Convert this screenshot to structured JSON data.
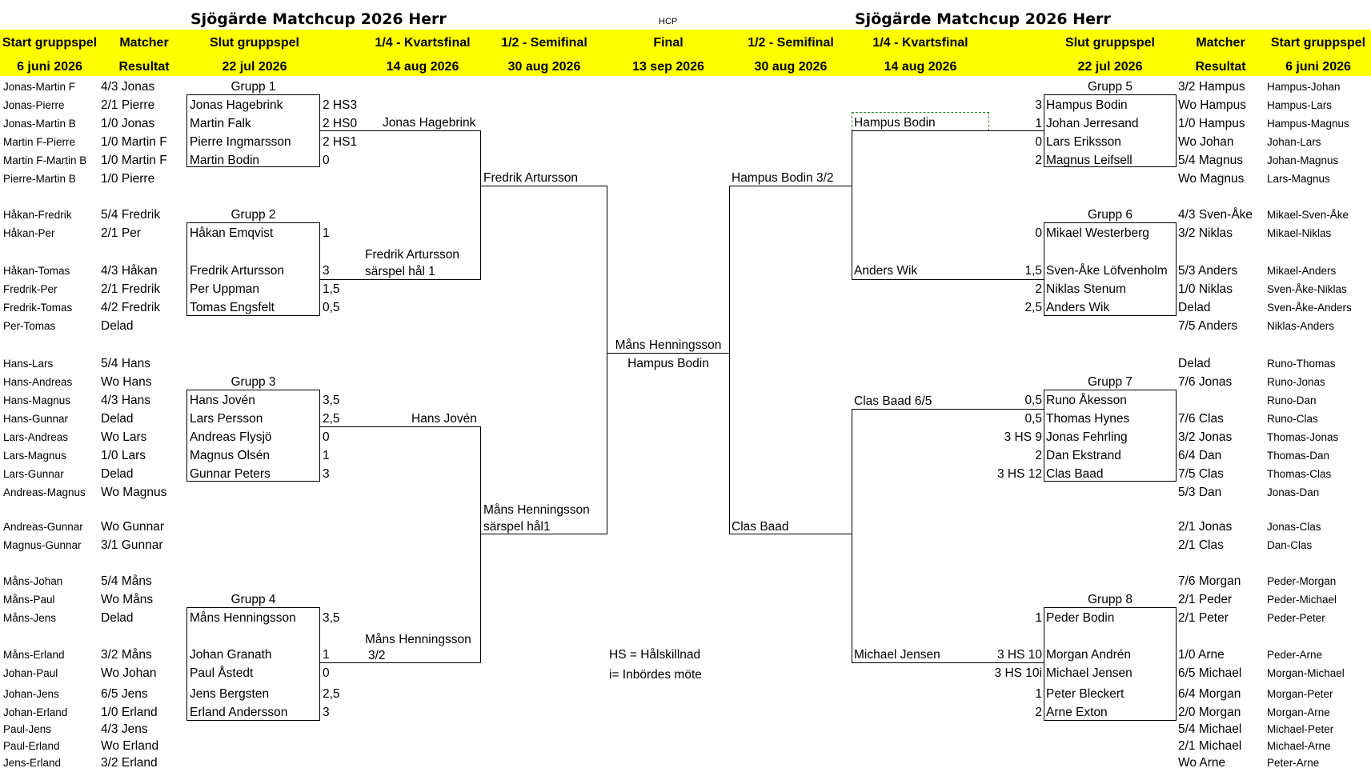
{
  "title_left": "Sjögärde Matchcup 2026 Herr",
  "title_right": "Sjögärde Matchcup 2026 Herr",
  "hcp": "HCP",
  "headers": [
    {
      "label": "Start gruppspel",
      "date": "6 juni 2026"
    },
    {
      "label": "Matcher",
      "date": "Resultat"
    },
    {
      "label": "Slut gruppspel",
      "date": "22 jul 2026"
    },
    {
      "label": "1/4 - Kvartsfinal",
      "date": "14 aug 2026"
    },
    {
      "label": "1/2 - Semifinal",
      "date": "30 aug 2026"
    },
    {
      "label": "Final",
      "date": "13 sep 2026"
    },
    {
      "label": "1/2 - Semifinal",
      "date": "30 aug 2026"
    },
    {
      "label": "1/4 - Kvartsfinal",
      "date": "14 aug 2026"
    },
    {
      "label": "Slut gruppspel",
      "date": "22 jul 2026"
    },
    {
      "label": "Matcher",
      "date": "Resultat"
    },
    {
      "label": "Start gruppspel",
      "date": "6 juni 2026"
    }
  ],
  "left_matches": [
    {
      "pair": "Jonas-Martin F",
      "result": "4/3 Jonas"
    },
    {
      "pair": "Jonas-Pierre",
      "result": "2/1 Pierre"
    },
    {
      "pair": "Jonas-Martin B",
      "result": "1/0 Jonas"
    },
    {
      "pair": "Martin F-Pierre",
      "result": "1/0 Martin F"
    },
    {
      "pair": "Martin F-Martin B",
      "result": "1/0 Martin F"
    },
    {
      "pair": "Pierre-Martin B",
      "result": "1/0 Pierre"
    },
    {
      "pair": "Håkan-Fredrik",
      "result": "5/4 Fredrik"
    },
    {
      "pair": "Håkan-Per",
      "result": "2/1 Per"
    },
    {
      "pair": "Håkan-Tomas",
      "result": "4/3 Håkan"
    },
    {
      "pair": "Fredrik-Per",
      "result": "2/1 Fredrik"
    },
    {
      "pair": "Fredrik-Tomas",
      "result": "4/2 Fredrik"
    },
    {
      "pair": "Per-Tomas",
      "result": "Delad"
    },
    {
      "pair": "Hans-Lars",
      "result": "5/4 Hans"
    },
    {
      "pair": "Hans-Andreas",
      "result": "Wo Hans"
    },
    {
      "pair": "Hans-Magnus",
      "result": "4/3 Hans"
    },
    {
      "pair": "Hans-Gunnar",
      "result": "Delad"
    },
    {
      "pair": "Lars-Andreas",
      "result": "Wo Lars"
    },
    {
      "pair": "Lars-Magnus",
      "result": "1/0 Lars"
    },
    {
      "pair": "Lars-Gunnar",
      "result": "Delad"
    },
    {
      "pair": "Andreas-Magnus",
      "result": "Wo Magnus"
    },
    {
      "pair": "Andreas-Gunnar",
      "result": "Wo Gunnar"
    },
    {
      "pair": "Magnus-Gunnar",
      "result": "3/1 Gunnar"
    },
    {
      "pair": "Måns-Johan",
      "result": "5/4 Måns"
    },
    {
      "pair": "Måns-Paul",
      "result": "Wo Måns"
    },
    {
      "pair": "Måns-Jens",
      "result": "Delad"
    },
    {
      "pair": "Måns-Erland",
      "result": "3/2 Måns"
    },
    {
      "pair": "Johan-Paul",
      "result": "Wo  Johan"
    },
    {
      "pair": "Johan-Jens",
      "result": "6/5 Jens"
    },
    {
      "pair": "Johan-Erland",
      "result": "1/0 Erland"
    },
    {
      "pair": "Paul-Jens",
      "result": "4/3 Jens"
    },
    {
      "pair": "Paul-Erland",
      "result": "Wo Erland"
    },
    {
      "pair": "Jens-Erland",
      "result": "3/2 Erland"
    }
  ],
  "left_groups": [
    {
      "name": "Grupp 1",
      "players": [
        {
          "name": "Jonas Hagebrink",
          "score": "2 HS3"
        },
        {
          "name": "Martin Falk",
          "score": "2 HS0"
        },
        {
          "name": "Pierre Ingmarsson",
          "score": "2 HS1"
        },
        {
          "name": "Martin Bodin",
          "score": "0"
        }
      ]
    },
    {
      "name": "Grupp 2",
      "players": [
        {
          "name": "Håkan Emqvist",
          "score": "1"
        },
        {
          "name": "Fredrik Artursson",
          "score": "3"
        },
        {
          "name": "Per Uppman",
          "score": "1,5"
        },
        {
          "name": "Tomas Engsfelt",
          "score": "0,5"
        }
      ]
    },
    {
      "name": "Grupp 3",
      "players": [
        {
          "name": "Hans Jovén",
          "score": "3,5"
        },
        {
          "name": "Lars Persson",
          "score": "2,5"
        },
        {
          "name": "Andreas Flysjö",
          "score": "0"
        },
        {
          "name": "Magnus Olsén",
          "score": "1"
        },
        {
          "name": "Gunnar Peters",
          "score": "3"
        }
      ]
    },
    {
      "name": "Grupp 4",
      "players": [
        {
          "name": "Måns Henningsson",
          "score": "3,5"
        },
        {
          "name": "Johan Granath",
          "score": "1"
        },
        {
          "name": "Paul Åstedt",
          "score": "0"
        },
        {
          "name": "Jens Bergsten",
          "score": "2,5"
        },
        {
          "name": "Erland Andersson",
          "score": "3"
        }
      ]
    }
  ],
  "left_qf": [
    "Jonas Hagebrink",
    "Fredrik Artursson",
    "särspel hål 1",
    "Hans Jovén",
    "Måns Henningsson",
    "3/2"
  ],
  "left_sf": [
    "Fredrik Artursson",
    "Måns Henningsson",
    "särspel hål1"
  ],
  "final": [
    "Måns Henningsson",
    "Hampus Bodin"
  ],
  "legend": [
    "HS = Hålskillnad",
    "i= Inbördes möte"
  ],
  "right_sf": [
    "Hampus Bodin 3/2",
    "Clas Baad"
  ],
  "right_qf": [
    "Hampus Bodin",
    "Anders Wik",
    "Clas Baad 6/5",
    "Michael Jensen"
  ],
  "right_groups": [
    {
      "name": "Grupp 5",
      "players": [
        {
          "name": "Hampus Bodin",
          "score": "3"
        },
        {
          "name": "Johan Jerresand",
          "score": "1"
        },
        {
          "name": "Lars Eriksson",
          "score": "0"
        },
        {
          "name": "Magnus Leifsell",
          "score": "2"
        }
      ]
    },
    {
      "name": "Grupp 6",
      "players": [
        {
          "name": "Mikael Westerberg",
          "score": "0"
        },
        {
          "name": "Sven-Åke Löfvenholm",
          "score": "1,5"
        },
        {
          "name": "Niklas Stenum",
          "score": "2"
        },
        {
          "name": "Anders Wik",
          "score": "2,5"
        }
      ]
    },
    {
      "name": "Grupp 7",
      "players": [
        {
          "name": "Runo Åkesson",
          "score": "0,5"
        },
        {
          "name": "Thomas Hynes",
          "score": "0,5"
        },
        {
          "name": "Jonas Fehrling",
          "score": "3 HS 9"
        },
        {
          "name": "Dan Ekstrand",
          "score": "2"
        },
        {
          "name": "Clas Baad",
          "score": "3 HS 12"
        }
      ]
    },
    {
      "name": "Grupp 8",
      "players": [
        {
          "name": "Peder Bodin",
          "score": "1"
        },
        {
          "name": "Morgan Andrén",
          "score": "3 HS 10"
        },
        {
          "name": "Michael Jensen",
          "score": "3 HS 10i"
        },
        {
          "name": "Peter Bleckert",
          "score": "1"
        },
        {
          "name": "Arne Exton",
          "score": "2"
        }
      ]
    }
  ],
  "right_matches": [
    {
      "result": "3/2 Hampus",
      "pair": "Hampus-Johan"
    },
    {
      "result": "Wo Hampus",
      "pair": "Hampus-Lars"
    },
    {
      "result": "1/0 Hampus",
      "pair": "Hampus-Magnus"
    },
    {
      "result": "Wo Johan",
      "pair": "Johan-Lars"
    },
    {
      "result": "5/4 Magnus",
      "pair": "Johan-Magnus"
    },
    {
      "result": "Wo Magnus",
      "pair": "Lars-Magnus"
    },
    {
      "result": "4/3 Sven-Åke",
      "pair": "Mikael-Sven-Åke"
    },
    {
      "result": "3/2 Niklas",
      "pair": "Mikael-Niklas"
    },
    {
      "result": "5/3 Anders",
      "pair": "Mikael-Anders"
    },
    {
      "result": "1/0 Niklas",
      "pair": "Sven-Åke-Niklas"
    },
    {
      "result": "Delad",
      "pair": "Sven-Åke-Anders"
    },
    {
      "result": "7/5 Anders",
      "pair": "Niklas-Anders"
    },
    {
      "result": "Delad",
      "pair": "Runo-Thomas"
    },
    {
      "result": "7/6 Jonas",
      "pair": "Runo-Jonas"
    },
    {
      "result": "",
      "pair": "Runo-Dan"
    },
    {
      "result": "7/6 Clas",
      "pair": "Runo-Clas"
    },
    {
      "result": "3/2 Jonas",
      "pair": "Thomas-Jonas"
    },
    {
      "result": "6/4 Dan",
      "pair": "Thomas-Dan"
    },
    {
      "result": "7/5 Clas",
      "pair": "Thomas-Clas"
    },
    {
      "result": "5/3 Dan",
      "pair": "Jonas-Dan"
    },
    {
      "result": "2/1 Jonas",
      "pair": "Jonas-Clas"
    },
    {
      "result": "2/1 Clas",
      "pair": "Dan-Clas"
    },
    {
      "result": "7/6 Morgan",
      "pair": "Peder-Morgan"
    },
    {
      "result": "2/1 Peder",
      "pair": "Peder-Michael"
    },
    {
      "result": "2/1 Peter",
      "pair": "Peder-Peter"
    },
    {
      "result": "1/0 Arne",
      "pair": "Peder-Arne"
    },
    {
      "result": "6/5 Michael",
      "pair": "Morgan-Michael"
    },
    {
      "result": "6/4 Morgan",
      "pair": "Morgan-Peter"
    },
    {
      "result": "2/0 Morgan",
      "pair": "Morgan-Arne"
    },
    {
      "result": "5/4 Michael",
      "pair": "Michael-Peter"
    },
    {
      "result": "2/1 Michael",
      "pair": "Michael-Arne"
    },
    {
      "result": "Wo Arne",
      "pair": "Peter-Arne"
    }
  ]
}
